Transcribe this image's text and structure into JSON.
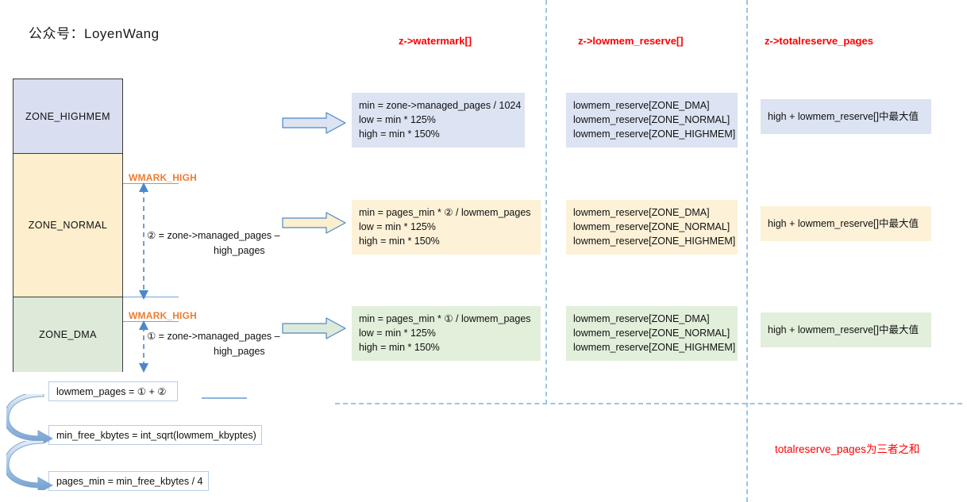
{
  "page": {
    "title": "公众号：LoyenWang"
  },
  "columns": {
    "watermark_header": "z->watermark[]",
    "lowmem_header": "z->lowmem_reserve[]",
    "totalreserve_header": "z->totalreserve_pages"
  },
  "zones": [
    {
      "name": "ZONE_HIGHMEM",
      "color": "#d9def0"
    },
    {
      "name": "ZONE_NORMAL",
      "color": "#fdeecd"
    },
    {
      "name": "ZONE_DMA",
      "color": "#ddeada"
    }
  ],
  "watermark_labels": {
    "normal": "WMARK_HIGH",
    "dma": "WMARK_HIGH"
  },
  "zone_notes": {
    "normal": {
      "line1": "② = zone->managed_pages –",
      "line2": "high_pages"
    },
    "dma": {
      "line1": "① = zone->managed_pages –",
      "line2": "high_pages"
    }
  },
  "watermark_boxes": {
    "highmem": {
      "min": "min = zone->managed_pages  / 1024",
      "low": "low = min * 125%",
      "high": "high = min * 150%"
    },
    "normal": {
      "min": "min = pages_min * ② / lowmem_pages",
      "low": "low = min * 125%",
      "high": "high = min * 150%"
    },
    "dma": {
      "min": "min = pages_min * ① / lowmem_pages",
      "low": "low = min * 125%",
      "high": "high = min * 150%"
    }
  },
  "lowmem_boxes": {
    "highmem": {
      "l1": "lowmem_reserve[ZONE_DMA]",
      "l2": "lowmem_reserve[ZONE_NORMAL]",
      "l3": "lowmem_reserve[ZONE_HIGHMEM]"
    },
    "normal": {
      "l1": "lowmem_reserve[ZONE_DMA]",
      "l2": "lowmem_reserve[ZONE_NORMAL]",
      "l3": "lowmem_reserve[ZONE_HIGHMEM]"
    },
    "dma": {
      "l1": "lowmem_reserve[ZONE_DMA]",
      "l2": "lowmem_reserve[ZONE_NORMAL]",
      "l3": "lowmem_reserve[ZONE_HIGHMEM]"
    }
  },
  "totalreserve_boxes": {
    "highmem": "high + lowmem_reserve[]中最大值",
    "normal": "high + lowmem_reserve[]中最大值",
    "dma": "high + lowmem_reserve[]中最大值"
  },
  "formulas": {
    "lowmem_pages": "lowmem_pages = ① + ②",
    "min_free_kbytes": "min_free_kbytes = int_sqrt(lowmem_kbyptes)",
    "pages_min": "pages_min = min_free_kbytes / 4"
  },
  "footer": {
    "totalreserve_note": "totalreserve_pages为三者之和"
  },
  "colors": {
    "accent_red": "#ff0000",
    "accent_orange": "#ed7d31",
    "dash_blue": "#9dc3e6",
    "arrow_blue": "#4a89c8",
    "zone_highmem": "#d9def0",
    "zone_normal": "#fdeecd",
    "zone_dma": "#ddeada"
  }
}
